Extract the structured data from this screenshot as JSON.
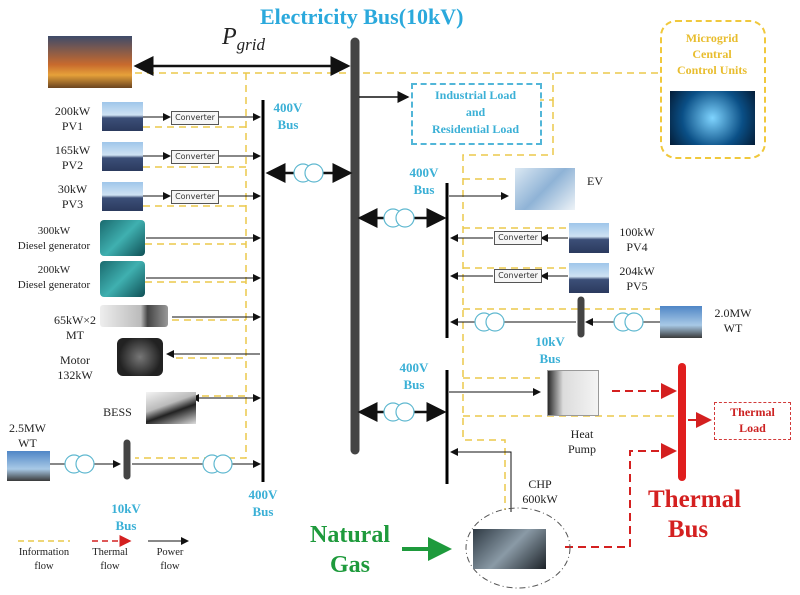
{
  "title": "Electricity Bus(10kV)",
  "grid_power_label": {
    "main": "P",
    "sub": "grid"
  },
  "control_unit": {
    "lines": [
      "Microgrid",
      "Central",
      "Control Units"
    ],
    "color": "#e8bd2e"
  },
  "load_box": {
    "lines": [
      "Industrial Load",
      "and",
      "Residential Load"
    ],
    "color": "#3bb0d6"
  },
  "bus_labels": {
    "left_400v_top": [
      "400V",
      "Bus"
    ],
    "left_400v_bottom": [
      "400V",
      "Bus"
    ],
    "left_10kv": [
      "10kV",
      "Bus"
    ],
    "right_400v_upper": [
      "400V",
      "Bus"
    ],
    "right_10kv": [
      "10kV",
      "Bus"
    ],
    "right_400v_lower": [
      "400V",
      "Bus"
    ]
  },
  "converter_label": "Converter",
  "left_components": [
    {
      "id": "pv1",
      "lines": [
        "200kW",
        "PV1"
      ],
      "icon": "solar-panel-icon",
      "converter": true,
      "flow": "to-bus"
    },
    {
      "id": "pv2",
      "lines": [
        "165kW",
        "PV2"
      ],
      "icon": "solar-panel-icon",
      "converter": true,
      "flow": "to-bus"
    },
    {
      "id": "pv3",
      "lines": [
        "30kW",
        "PV3"
      ],
      "icon": "solar-panel-icon",
      "converter": true,
      "flow": "to-bus"
    },
    {
      "id": "dg1",
      "lines": [
        "300kW",
        "Diesel generator"
      ],
      "icon": "diesel-generator-icon",
      "converter": false,
      "flow": "to-bus"
    },
    {
      "id": "dg2",
      "lines": [
        "200kW",
        "Diesel generator"
      ],
      "icon": "diesel-generator-icon",
      "converter": false,
      "flow": "to-bus"
    },
    {
      "id": "mt",
      "lines": [
        "65kW×2",
        "MT"
      ],
      "icon": "micro-turbine-icon",
      "converter": false,
      "flow": "to-bus"
    },
    {
      "id": "motor",
      "lines": [
        "Motor",
        "132kW"
      ],
      "icon": "motor-icon",
      "converter": false,
      "flow": "from-bus"
    },
    {
      "id": "bess",
      "lines": [
        "BESS"
      ],
      "icon": "battery-storage-icon",
      "converter": false,
      "flow": "bidirectional"
    },
    {
      "id": "wt_left",
      "lines": [
        "2.5MW",
        "WT"
      ],
      "icon": "wind-turbine-icon",
      "converter": false,
      "flow": "to-bus"
    }
  ],
  "right_components": [
    {
      "id": "ev",
      "lines": [
        "EV"
      ],
      "icon": "ev-charger-icon",
      "flow": "from-bus"
    },
    {
      "id": "pv4",
      "lines": [
        "100kW",
        "PV4"
      ],
      "icon": "solar-panel-icon",
      "converter": true,
      "flow": "to-bus"
    },
    {
      "id": "pv5",
      "lines": [
        "204kW",
        "PV5"
      ],
      "icon": "solar-panel-icon",
      "converter": true,
      "flow": "to-bus"
    },
    {
      "id": "wt_right",
      "lines": [
        "2.0MW",
        "WT"
      ],
      "icon": "wind-turbine-icon",
      "flow": "to-bus"
    },
    {
      "id": "heat_pump",
      "lines": [
        "Heat",
        "Pump"
      ],
      "icon": "heat-pump-icon",
      "flow": "from-bus"
    },
    {
      "id": "chp",
      "lines": [
        "CHP",
        "600kW"
      ],
      "icon": "chp-turbine-icon",
      "flow": "to-bus"
    }
  ],
  "thermal_load": {
    "lines": [
      "Thermal",
      "Load"
    ],
    "color": "#cc2222"
  },
  "thermal_bus": {
    "lines": [
      "Thermal",
      "Bus"
    ],
    "color": "#d42020"
  },
  "natural_gas": {
    "lines": [
      "Natural",
      "Gas"
    ],
    "color": "#1e9a3c"
  },
  "legend": [
    {
      "lines": [
        "Information",
        "flow"
      ],
      "style": "dashed",
      "color": "#e8c84a"
    },
    {
      "lines": [
        "Thermal",
        "flow"
      ],
      "style": "dashed-arrow",
      "color": "#d42020"
    },
    {
      "lines": [
        "Power",
        "flow"
      ],
      "style": "solid-arrow",
      "color": "#000000"
    }
  ],
  "colors": {
    "info_flow": "#ecc94b",
    "power_flow": "#111111",
    "thermal_flow": "#d42020",
    "main_bus": "#444444",
    "transformer": "#5fb8d0",
    "bus_label": "#3bb0d6"
  }
}
